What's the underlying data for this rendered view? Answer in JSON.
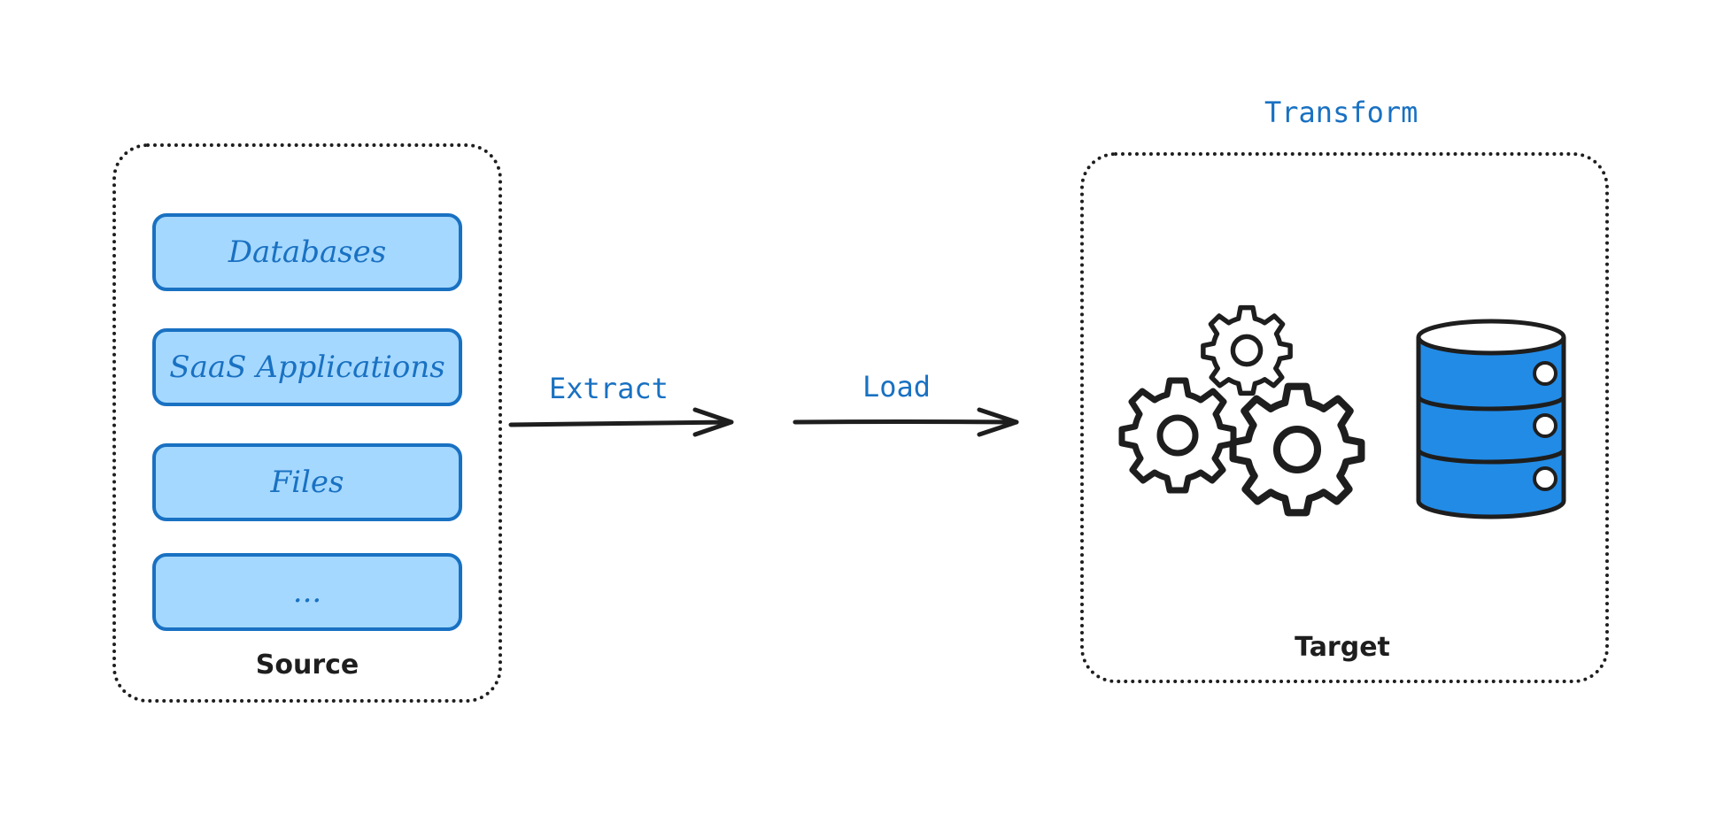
{
  "source": {
    "title": "Source",
    "items": [
      {
        "label": "Databases"
      },
      {
        "label": "SaaS Applications"
      },
      {
        "label": "Files"
      },
      {
        "label": "..."
      }
    ]
  },
  "target": {
    "title": "Target",
    "icons": [
      "gears-icon",
      "database-icon"
    ]
  },
  "flow": {
    "extract_label": "Extract",
    "load_label": "Load",
    "transform_label": "Transform"
  },
  "colors": {
    "item_fill": "#a5d8ff",
    "item_stroke": "#1971c2",
    "label_blue": "#1971c2",
    "database_fill": "#228be6",
    "ink": "#1e1e1e"
  }
}
